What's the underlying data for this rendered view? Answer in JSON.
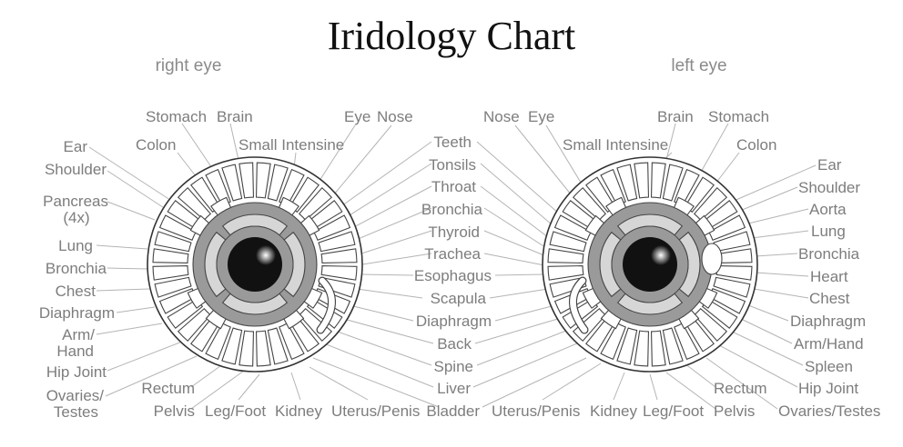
{
  "title": "Iridology Chart",
  "right_eye": {
    "title": "right eye",
    "labels": {
      "stomach": "Stomach",
      "brain": "Brain",
      "eye": "Eye",
      "nose": "Nose",
      "colon": "Colon",
      "small_intensine": "Small Intensine",
      "ear": "Ear",
      "shoulder": "Shoulder",
      "pancreas": "Pancreas",
      "pancreas_note": "(4x)",
      "lung": "Lung",
      "bronchia": "Bronchia",
      "chest": "Chest",
      "diaphragm": "Diaphragm",
      "arm": "Arm/",
      "hand": "Hand",
      "hip_joint": "Hip Joint",
      "ovaries": "Ovaries/",
      "testes": "Testes",
      "rectum": "Rectum",
      "pelvis": "Pelvis",
      "leg_foot": "Leg/Foot",
      "kidney": "Kidney",
      "uterus_penis": "Uterus/Penis"
    }
  },
  "left_eye": {
    "title": "left eye",
    "labels": {
      "nose": "Nose",
      "eye": "Eye",
      "brain": "Brain",
      "stomach": "Stomach",
      "small_intensine": "Small Intensine",
      "colon": "Colon",
      "ear": "Ear",
      "shoulder": "Shoulder",
      "aorta": "Aorta",
      "lung": "Lung",
      "bronchia": "Bronchia",
      "heart": "Heart",
      "chest": "Chest",
      "diaphragm": "Diaphragm",
      "arm_hand": "Arm/Hand",
      "spleen": "Spleen",
      "hip_joint": "Hip Joint",
      "ovaries_testes": "Ovaries/Testes",
      "rectum": "Rectum",
      "pelvis": "Pelvis",
      "leg_foot": "Leg/Foot",
      "kidney": "Kidney",
      "uterus_penis": "Uterus/Penis"
    }
  },
  "center_labels": {
    "teeth": "Teeth",
    "tonsils": "Tonsils",
    "throat": "Throat",
    "bronchia": "Bronchia",
    "thyroid": "Thyroid",
    "trachea": "Trachea",
    "esophagus": "Esophagus",
    "scapula": "Scapula",
    "diaphragm": "Diaphragm",
    "back": "Back",
    "spine": "Spine",
    "liver": "Liver",
    "bladder": "Bladder"
  }
}
